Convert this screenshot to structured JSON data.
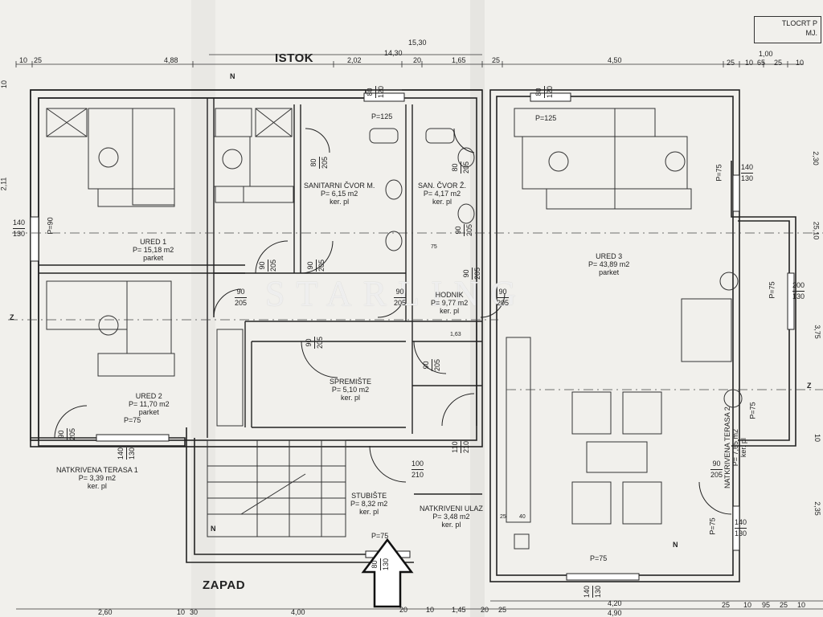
{
  "title_block": {
    "line1": "TLOCRT P",
    "line2": "MJ."
  },
  "compass": {
    "east": "ISTOK",
    "west": "ZAPAD",
    "south_marks": [
      "N",
      "N",
      "N"
    ],
    "north_marks": [
      "Z",
      "Z"
    ]
  },
  "watermark": "STARLING",
  "top_dims": {
    "overall": "15,30",
    "sub": "14,30",
    "row": [
      "10",
      "25",
      "4,88",
      "2,02",
      "20",
      "1,65",
      "25",
      "4,50",
      "25",
      "10",
      "65",
      "25",
      "10"
    ],
    "right_extra": "1,00"
  },
  "bottom_dims": {
    "row": [
      "2,60",
      "10",
      "30",
      "4,00",
      "20",
      "10",
      "1,45",
      "20",
      "25",
      "4,20",
      "4,90",
      "25",
      "10",
      "95",
      "25",
      "10"
    ]
  },
  "rooms": [
    {
      "name": "URED 1",
      "area": "P= 15,18 m2",
      "floor": "parket"
    },
    {
      "name": "URED 2",
      "area": "P= 11,70 m2",
      "floor": "parket"
    },
    {
      "name": "SANITARNI ČVOR M.",
      "area": "P= 6,15 m2",
      "floor": "ker. pl"
    },
    {
      "name": "SAN. ČVOR Ž.",
      "area": "P= 4,17 m2",
      "floor": "ker. pl"
    },
    {
      "name": "HODNIK",
      "area": "P= 9,77 m2",
      "floor": "ker. pl"
    },
    {
      "name": "SPREMIŠTE",
      "area": "P= 5,10 m2",
      "floor": "ker. pl"
    },
    {
      "name": "URED 3",
      "area": "P= 43,89 m2",
      "floor": "parket"
    },
    {
      "name": "NATKRIVENA TERASA 1",
      "area": "P= 3,39 m2",
      "floor": "ker. pl"
    },
    {
      "name": "STUBIŠTE",
      "area": "P= 8,32 m2",
      "floor": "ker. pl"
    },
    {
      "name": "NATKRIVENI ULAZ",
      "area": "P= 3,48 m2",
      "floor": "ker. pl"
    },
    {
      "name": "NATKRIVENA TERASA 2",
      "area": "P= 7,65 m2",
      "floor": "ker. pl"
    }
  ],
  "doors": [
    {
      "w": "80",
      "h": "205"
    },
    {
      "w": "90",
      "h": "205"
    },
    {
      "w": "90",
      "h": "205"
    },
    {
      "w": "90",
      "h": "205"
    },
    {
      "w": "90",
      "h": "205"
    },
    {
      "w": "90",
      "h": "205"
    },
    {
      "w": "90",
      "h": "205"
    },
    {
      "w": "90",
      "h": "205"
    },
    {
      "w": "90",
      "h": "205"
    },
    {
      "w": "110",
      "h": "210"
    },
    {
      "w": "100",
      "h": "210"
    },
    {
      "w": "90",
      "h": "205"
    },
    {
      "w": "90",
      "h": "205"
    },
    {
      "w": "90",
      "h": "205"
    },
    {
      "w": "80",
      "h": "205"
    }
  ],
  "windows": [
    {
      "w": "80",
      "h": "120"
    },
    {
      "w": "80",
      "h": "120"
    },
    {
      "w": "140",
      "h": "130"
    },
    {
      "w": "140",
      "h": "130"
    },
    {
      "w": "140",
      "h": "130"
    },
    {
      "w": "200",
      "h": "130"
    },
    {
      "w": "140",
      "h": "130"
    },
    {
      "w": "140",
      "h": "130"
    },
    {
      "w": "80",
      "h": "130"
    }
  ],
  "parapets": [
    "P=125",
    "P=125",
    "P=90",
    "P=75",
    "P=75",
    "P=75",
    "P=75",
    "P=75",
    "P=75",
    "P=75"
  ],
  "side_dims": {
    "left": [
      "10",
      "2,11"
    ],
    "right": [
      "2,30",
      "25,10",
      "3,75",
      "10",
      "2,35"
    ]
  },
  "small_marks": [
    "75",
    "1,63",
    "25",
    "40"
  ]
}
